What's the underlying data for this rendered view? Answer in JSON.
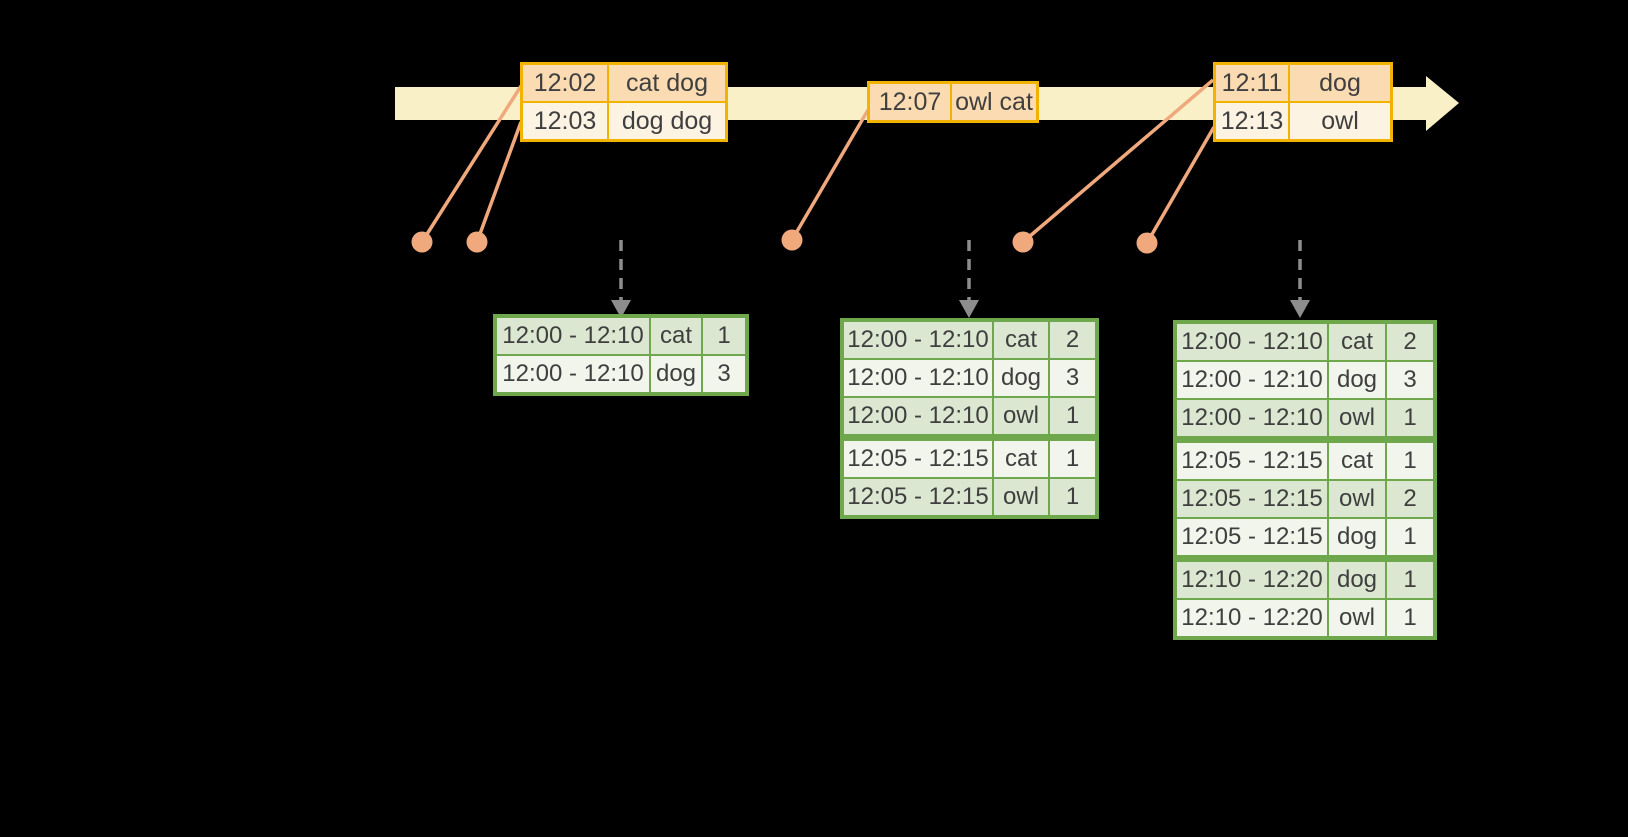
{
  "colors": {
    "background": "#000000",
    "timeline_band": "#faf0c8",
    "event_table_border": "#f1b300",
    "event_row_dark": "#fbdbb2",
    "event_row_light": "#fdf3e3",
    "connector_salmon": "#f0a87d",
    "result_table_border": "#6fa84c",
    "result_row_green": "#dbe7d0",
    "result_row_light": "#f1f5ec",
    "trigger_arrow_gray": "#8d8d8d",
    "text": "#3f3f3f"
  },
  "icons": {
    "timeline_arrow": "right-arrow",
    "event_dot": "filled-circle",
    "trigger_arrow": "dashed-down-arrow"
  },
  "timeline": {
    "event_tables": [
      {
        "rows": [
          {
            "time": "12:02",
            "words": "cat dog"
          },
          {
            "time": "12:03",
            "words": "dog dog"
          }
        ]
      },
      {
        "rows": [
          {
            "time": "12:07",
            "words": "owl cat"
          }
        ]
      },
      {
        "rows": [
          {
            "time": "12:11",
            "words": "dog"
          },
          {
            "time": "12:13",
            "words": "owl"
          }
        ]
      }
    ]
  },
  "result_tables": [
    {
      "rows": [
        {
          "window": "12:00 - 12:10",
          "word": "cat",
          "count": "1"
        },
        {
          "window": "12:00 - 12:10",
          "word": "dog",
          "count": "3"
        }
      ]
    },
    {
      "rows": [
        {
          "window": "12:00 - 12:10",
          "word": "cat",
          "count": "2"
        },
        {
          "window": "12:00 - 12:10",
          "word": "dog",
          "count": "3"
        },
        {
          "window": "12:00 - 12:10",
          "word": "owl",
          "count": "1"
        },
        {
          "window": "12:05 - 12:15",
          "word": "cat",
          "count": "1"
        },
        {
          "window": "12:05 - 12:15",
          "word": "owl",
          "count": "1"
        }
      ]
    },
    {
      "rows": [
        {
          "window": "12:00 - 12:10",
          "word": "cat",
          "count": "2"
        },
        {
          "window": "12:00 - 12:10",
          "word": "dog",
          "count": "3"
        },
        {
          "window": "12:00 - 12:10",
          "word": "owl",
          "count": "1"
        },
        {
          "window": "12:05 - 12:15",
          "word": "cat",
          "count": "1"
        },
        {
          "window": "12:05 - 12:15",
          "word": "owl",
          "count": "2"
        },
        {
          "window": "12:05 - 12:15",
          "word": "dog",
          "count": "1"
        },
        {
          "window": "12:10 - 12:20",
          "word": "dog",
          "count": "1"
        },
        {
          "window": "12:10 - 12:20",
          "word": "owl",
          "count": "1"
        }
      ]
    }
  ]
}
